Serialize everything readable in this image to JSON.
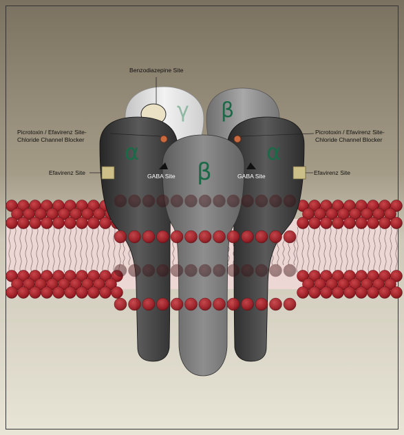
{
  "labels": {
    "benzodiazepine_site": "Benzodiazepine Site",
    "picrotoxin_left": "Picrotoxin / Efavirenz Site-\nChloride Channel Blocker",
    "picrotoxin_right": "Picrotoxin / Efavirenz Site-\nChloride Channel Blocker",
    "efavirenz_left": "Efavirenz Site",
    "efavirenz_right": "Efavirenz Site",
    "gaba_left": "GABA Site",
    "gaba_right": "GABA Site"
  },
  "subunits": {
    "gamma": "γ",
    "beta_back": "β",
    "alpha_left": "α",
    "alpha_right": "α",
    "beta_front": "β"
  },
  "colors": {
    "background_top": "#7c7262",
    "background_bottom": "#e6e2d3",
    "membrane": "#ecd6d3",
    "lipid_head": "#a3262c",
    "subunit_label": "#1a6a48",
    "site_marker_orange": "#c86a44",
    "efavirenz_marker": "#cfc08a"
  }
}
